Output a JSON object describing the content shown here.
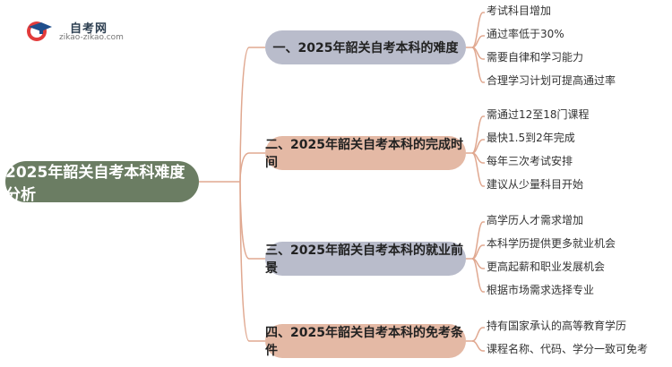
{
  "logo": {
    "title": "自考网",
    "url": "zikao-zikao.com",
    "icon": "graduation-cap-icon"
  },
  "root": {
    "label": "2025年韶关自考本科难度分析",
    "color": "#6b7d63"
  },
  "branches": [
    {
      "label": "一、2025年韶关自考本科的难度",
      "color": "#b9bccb",
      "leaves": [
        "考试科目增加",
        "通过率低于30%",
        "需要自律和学习能力",
        "合理学习计划可提高通过率"
      ]
    },
    {
      "label": "二、2025年韶关自考本科的完成时间",
      "color": "#e4b9a5",
      "leaves": [
        "需通过12至18门课程",
        "最快1.5到2年完成",
        "每年三次考试安排",
        "建议从少量科目开始"
      ]
    },
    {
      "label": "三、2025年韶关自考本科的就业前景",
      "color": "#b9bccb",
      "leaves": [
        "高学历人才需求增加",
        "本科学历提供更多就业机会",
        "更高起薪和职业发展机会",
        "根据市场需求选择专业"
      ]
    },
    {
      "label": "四、2025年韶关自考本科的免考条件",
      "color": "#e4b9a5",
      "leaves": [
        "持有国家承认的高等教育学历",
        "课程名称、代码、学分一致可免考"
      ]
    }
  ]
}
